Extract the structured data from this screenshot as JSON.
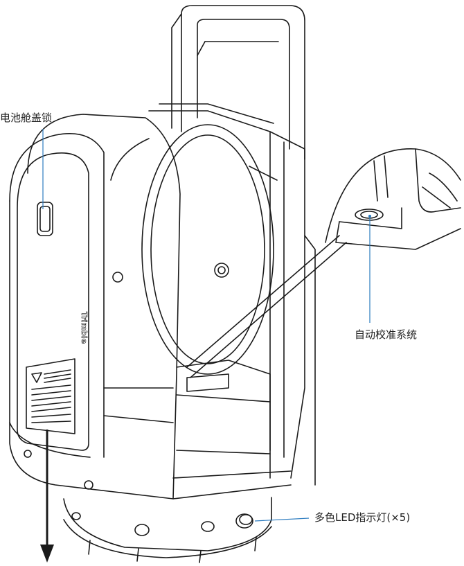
{
  "diagram": {
    "callouts": {
      "battery_lock": "电池舱盖锁",
      "auto_calibration": "自动校准系统",
      "led_indicators": "多色LED指示灯(×5)"
    },
    "brand_mark": "Trimble"
  },
  "colors": {
    "line_art": "#1a1a1a",
    "callout_line": "#2b7bbf",
    "background": "#ffffff"
  }
}
